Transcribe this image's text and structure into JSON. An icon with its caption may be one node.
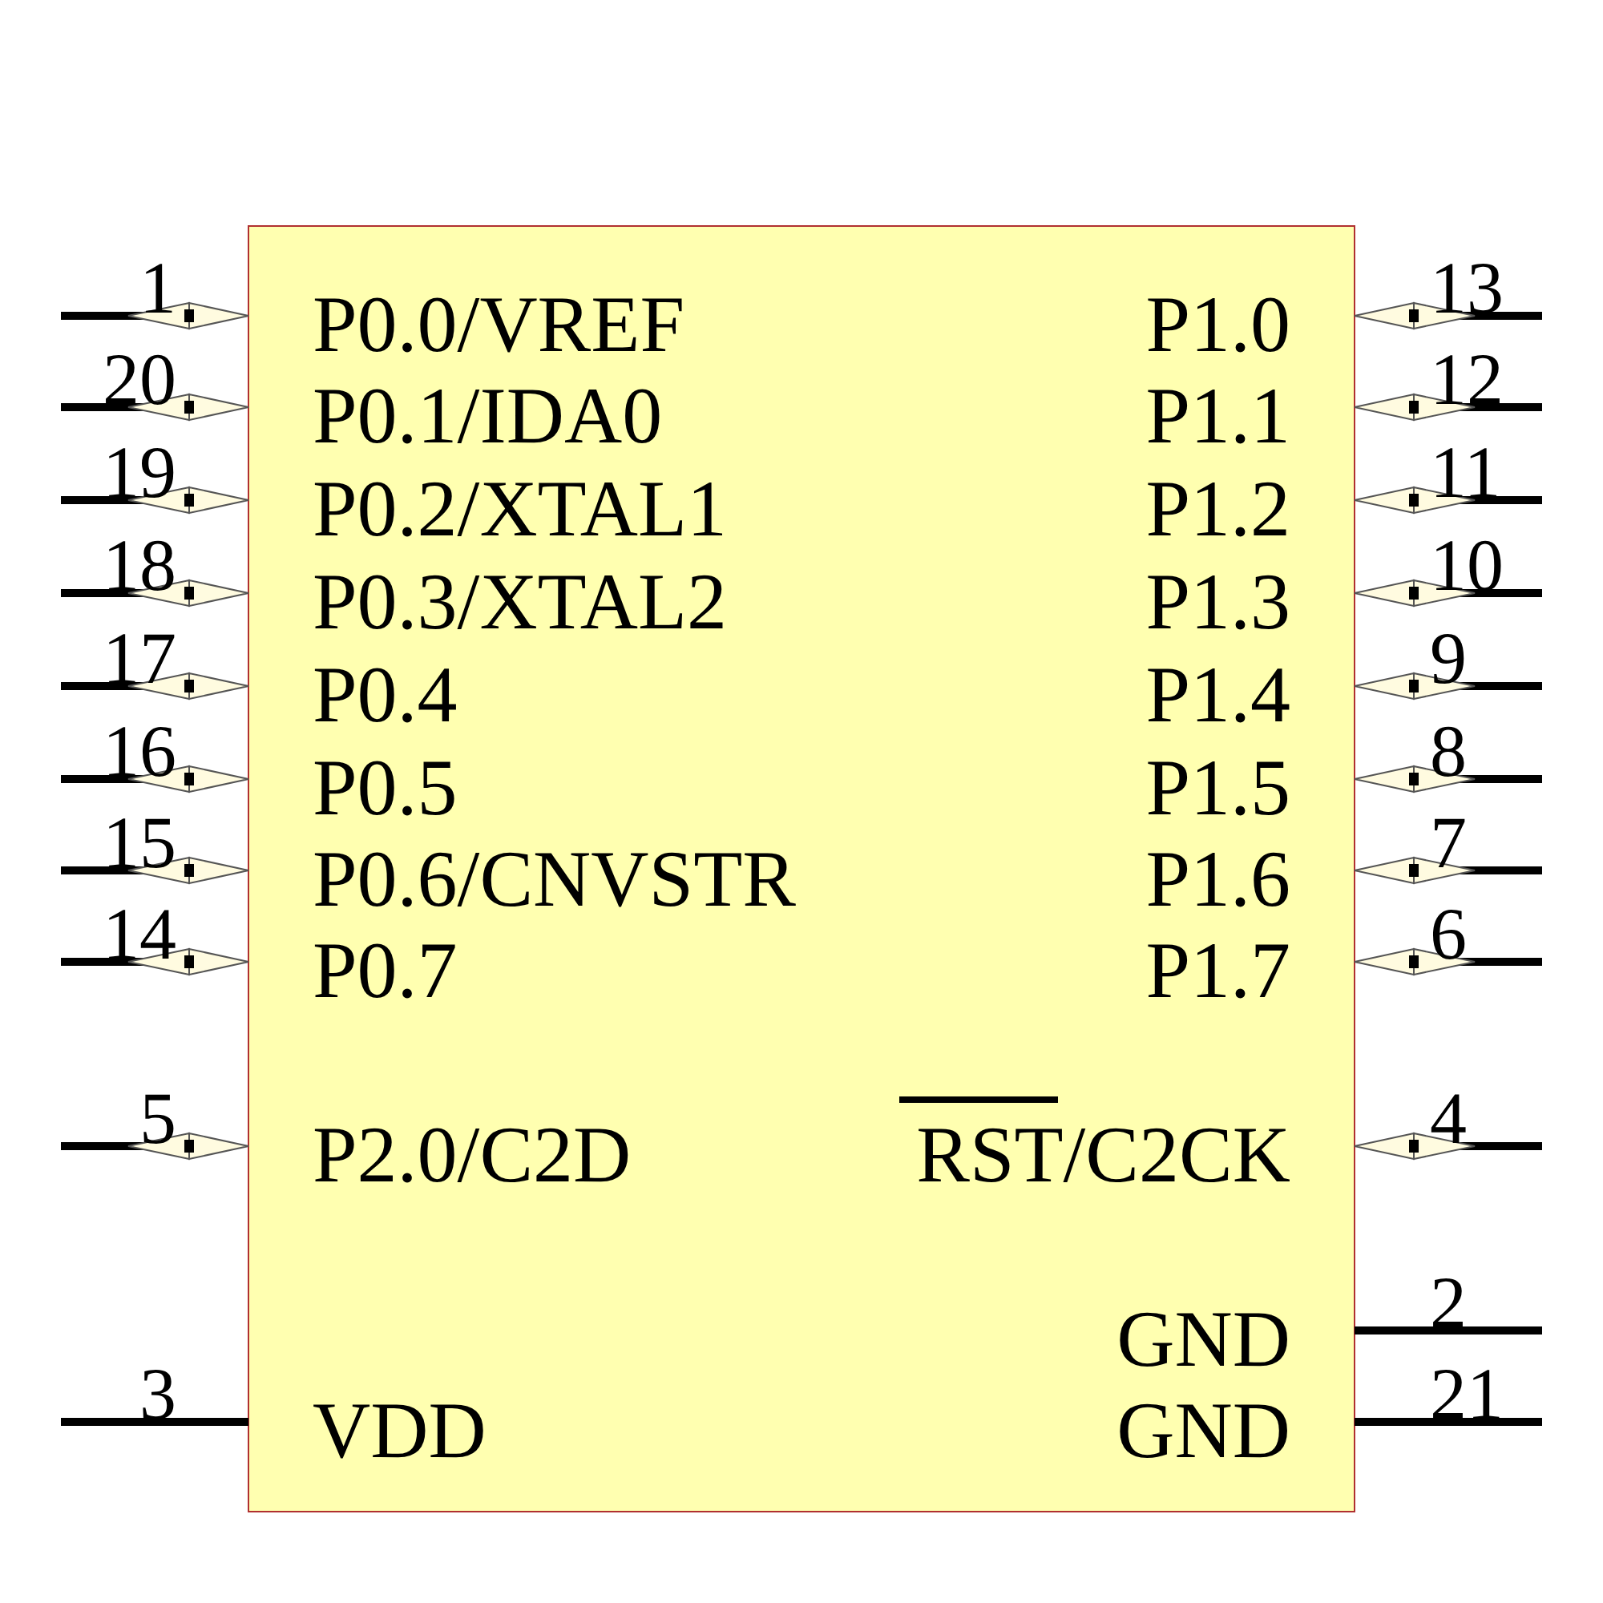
{
  "diagram": {
    "labels": [
      "1",
      "P0.0/VREF",
      "P1.0",
      "13",
      "20",
      "P0.1/IDA0",
      "P1.1",
      "12",
      "19",
      "P0.2/XTAL1",
      "P1.2",
      "11",
      "18",
      "P0.3/XTAL2",
      "P1.3",
      "10",
      "17",
      "P0.4",
      "P1.4",
      "9",
      "16",
      "P0.5",
      "P1.5",
      "8",
      "15",
      "P0.6/CNVSTR",
      "P1.6",
      "7",
      "14",
      "P0.7",
      "P1.7",
      "6",
      "5",
      "P2.0/C2D",
      "RST/C2CK",
      "4",
      "GND",
      "2",
      "3",
      "VDD",
      "GND",
      "21"
    ]
  }
}
